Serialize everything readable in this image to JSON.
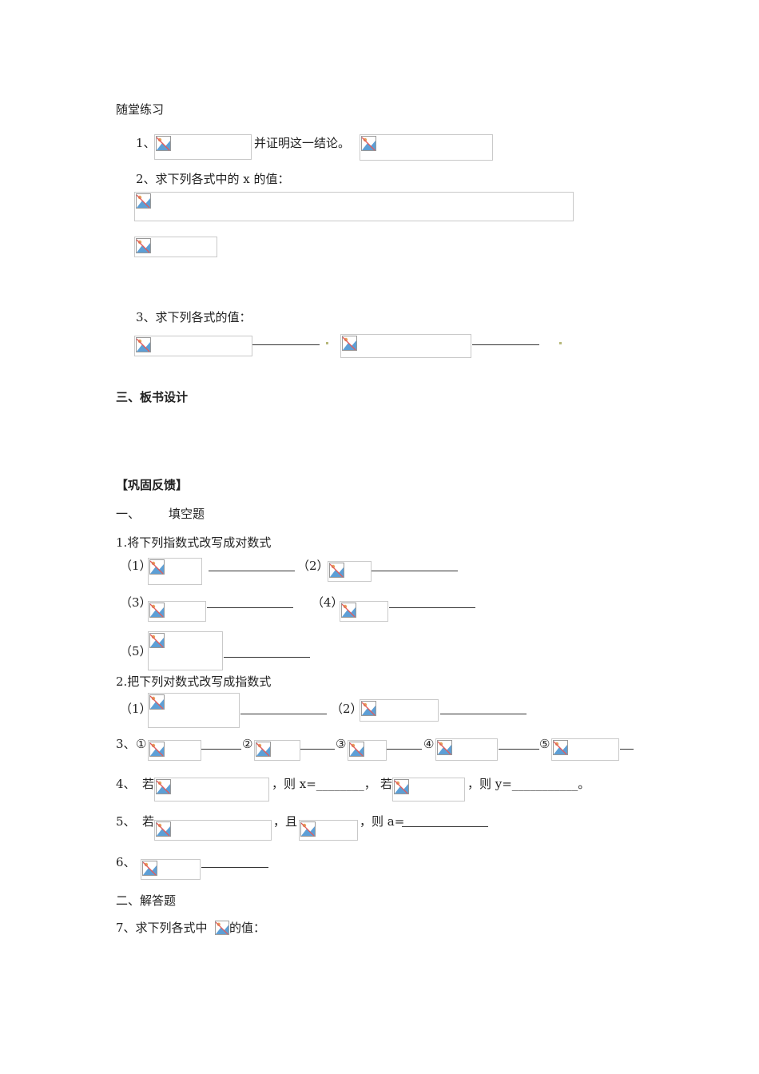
{
  "practice": {
    "heading": "随堂练习",
    "q1_num": "1、",
    "q1_text": "并证明这一结论。",
    "q2": "2、求下列各式中的 x 的值：",
    "q3": "3、求下列各式的值："
  },
  "section3_title": "三、板书设计",
  "feedback": {
    "title": "【巩固反馈】",
    "part1_num": "一、",
    "part1_label": "填空题",
    "q1": "1.将下列指数式改写成对数式",
    "q1_items": [
      "（1）",
      "（2）",
      "（3）",
      "（4）",
      "（5）"
    ],
    "q2": "2.把下列对数式改写成指数式",
    "q2_items": [
      "（1）",
      "（2）"
    ],
    "q3_num": "3、",
    "q3_items": [
      "①",
      "②",
      "③",
      "④",
      "⑤"
    ],
    "q4_num": "4、",
    "q4_if1": "若",
    "q4_then_x": "，则 x=________，",
    "q4_if2": "若",
    "q4_then_y": "，则 y=___________。",
    "q5_num": "5、",
    "q5_if": "若",
    "q5_and": "，且",
    "q5_then": "，则 a=",
    "q6_num": "6、",
    "part2": "二、解答题",
    "q7_a": "7、求下列各式中",
    "q7_b": "的值："
  }
}
